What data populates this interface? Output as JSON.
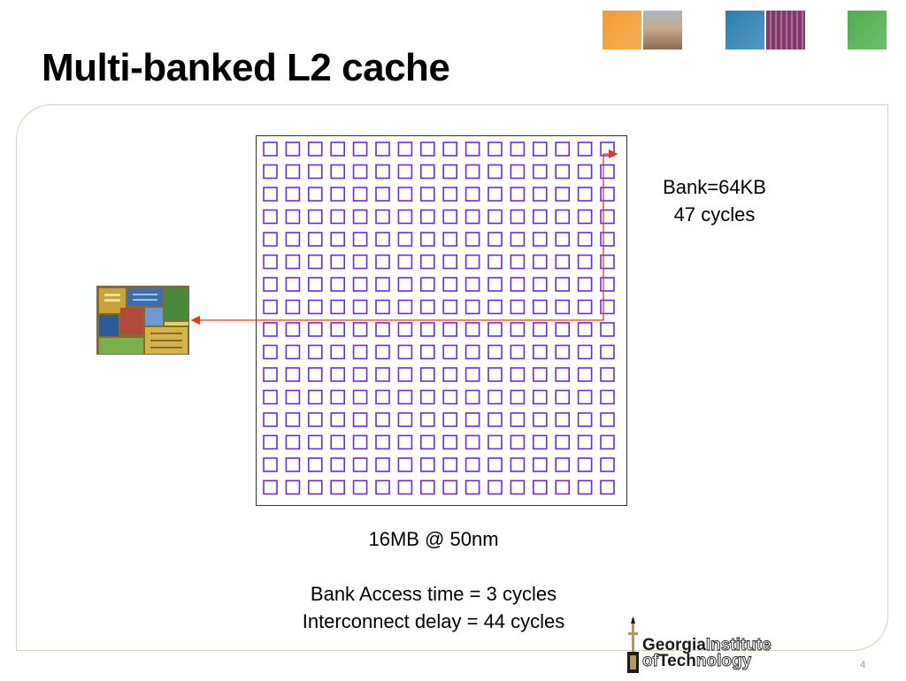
{
  "slide": {
    "title": "Multi-banked L2 cache",
    "page_number": "4"
  },
  "header_squares": [
    {
      "name": "orange-square",
      "color": "#f29b2e"
    },
    {
      "name": "campus-photo-square",
      "color": "#8b6b55"
    },
    {
      "name": "blue-square",
      "color": "#2a7fb0"
    },
    {
      "name": "circuit-photo-square",
      "color": "#7d3a6a"
    },
    {
      "name": "green-square",
      "color": "#4cae4c"
    }
  ],
  "diagram": {
    "grid_rows": 16,
    "grid_cols": 16,
    "bank_color": "#6a2be0",
    "wire_color": "#e53a1a",
    "bank_label_line1": "Bank=64KB",
    "bank_label_line2": "47 cycles",
    "capacity_label": "16MB @ 50nm",
    "bank_access_time": "Bank Access time = 3 cycles",
    "interconnect_delay": "Interconnect delay = 44 cycles"
  },
  "logo": {
    "line1_bold": "Georgia",
    "line1_outline": "Institute",
    "line2_outline_a": "of",
    "line2_bold": "Tech",
    "line2_outline_b": "nology"
  }
}
